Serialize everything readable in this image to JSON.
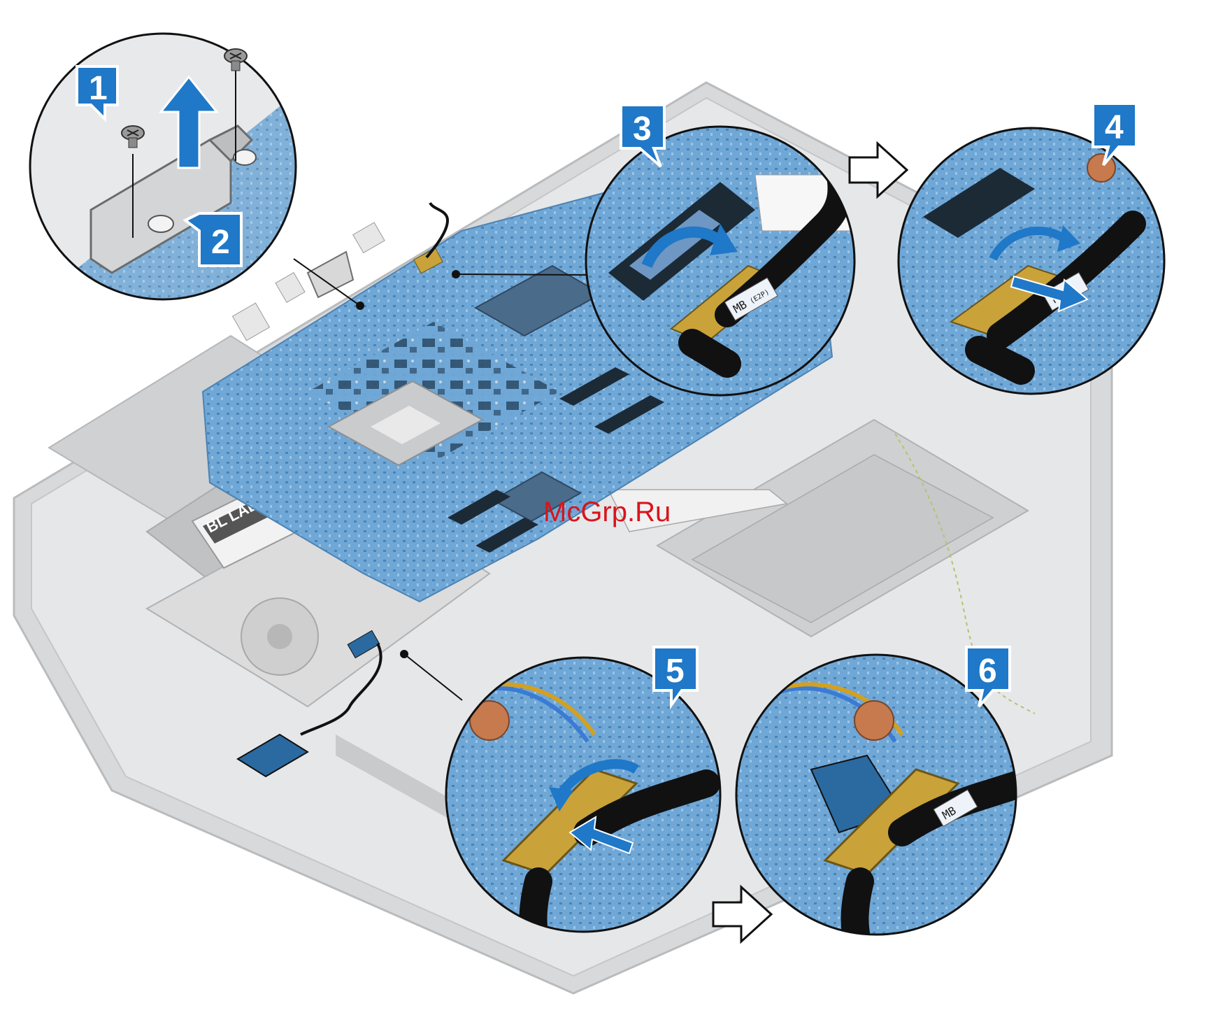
{
  "watermark": "McGrp.Ru",
  "steps": [
    {
      "id": 1,
      "label": "1"
    },
    {
      "id": 2,
      "label": "2"
    },
    {
      "id": 3,
      "label": "3"
    },
    {
      "id": 4,
      "label": "4"
    },
    {
      "id": 5,
      "label": "5"
    },
    {
      "id": 6,
      "label": "6"
    }
  ],
  "board_label": "BL LABEL",
  "connector_labels": {
    "mb_step3": "MB",
    "mb_step3_sub": "(E2P)",
    "mb_step4": "MB",
    "mb_step6": "MB"
  },
  "colors": {
    "badge_fill": "#1f78c8",
    "badge_shadow": "#ffffff",
    "board_blue": "#6fa7d6",
    "chassis_gray": "#d8d9da",
    "arrow_blue": "#1f78c8",
    "cable_black": "#111111",
    "gold_connector": "#c9a23a",
    "watermark_red": "#d9141b"
  },
  "icons": [
    "screw-icon",
    "up-arrow-icon",
    "rotate-arrow-icon",
    "right-arrow-icon",
    "outline-arrow-icon"
  ]
}
